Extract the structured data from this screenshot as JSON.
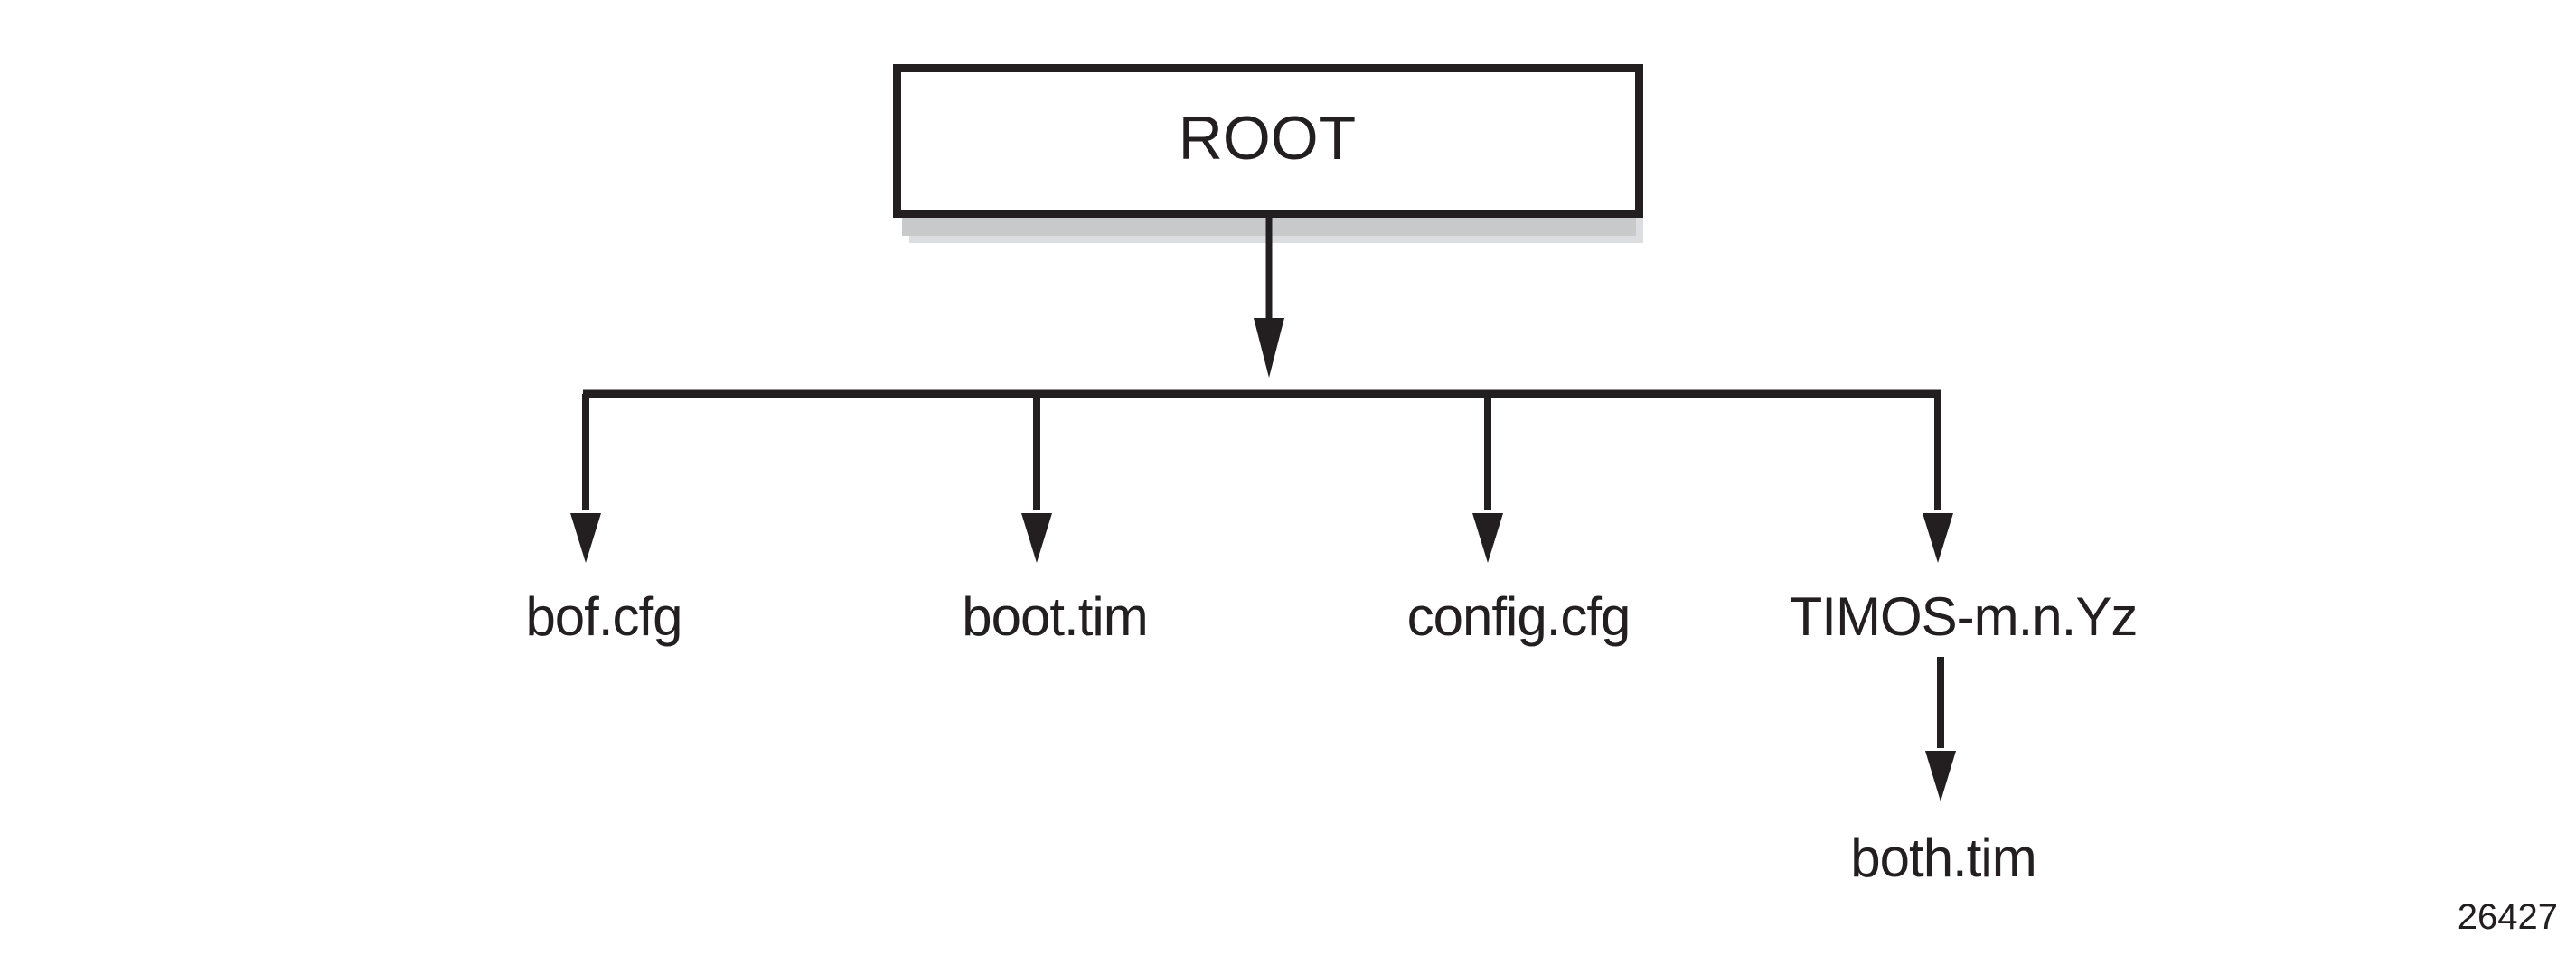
{
  "figure": {
    "id_label": "26427",
    "background_color": "#ffffff",
    "line_color": "#231f20",
    "shadow_color_inner": "#c8c9cb",
    "shadow_color_outer": "#dcdde0"
  },
  "diagram": {
    "type": "tree",
    "root": {
      "label": "ROOT",
      "shape": "rectangle",
      "border_color": "#231f20",
      "fill_color": "#ffffff",
      "has_drop_shadow": true
    },
    "children": [
      {
        "label": "bof.cfg"
      },
      {
        "label": "boot.tim"
      },
      {
        "label": "config.cfg"
      },
      {
        "label": "TIMOS-m.n.Yz"
      }
    ],
    "grandchildren": [
      {
        "parent": "TIMOS-m.n.Yz",
        "label": "both.tim"
      }
    ],
    "edges": [
      {
        "from": "ROOT",
        "to": "bus",
        "arrow": true
      },
      {
        "from": "bus",
        "to": "bof.cfg",
        "arrow": true
      },
      {
        "from": "bus",
        "to": "boot.tim",
        "arrow": true
      },
      {
        "from": "bus",
        "to": "config.cfg",
        "arrow": true
      },
      {
        "from": "bus",
        "to": "TIMOS-m.n.Yz",
        "arrow": true
      },
      {
        "from": "TIMOS-m.n.Yz",
        "to": "both.tim",
        "arrow": true
      }
    ]
  }
}
